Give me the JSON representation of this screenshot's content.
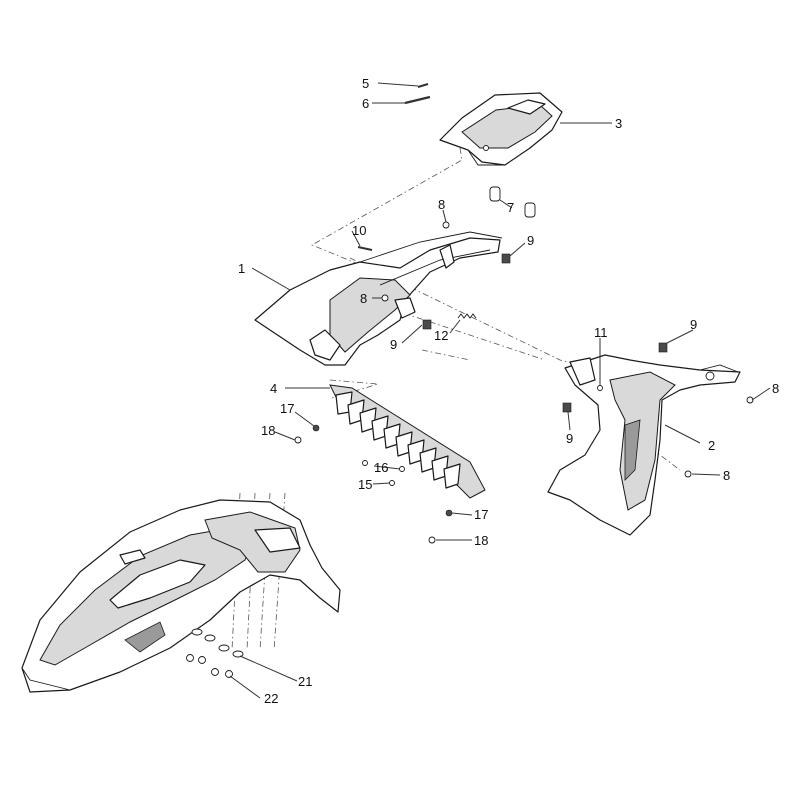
{
  "callouts": [
    {
      "id": "c1",
      "label": "1"
    },
    {
      "id": "c2",
      "label": "2"
    },
    {
      "id": "c3",
      "label": "3"
    },
    {
      "id": "c4",
      "label": "4"
    },
    {
      "id": "c5",
      "label": "5"
    },
    {
      "id": "c6",
      "label": "6"
    },
    {
      "id": "c7",
      "label": "7"
    },
    {
      "id": "c8a",
      "label": "8"
    },
    {
      "id": "c8b",
      "label": "8"
    },
    {
      "id": "c8c",
      "label": "8"
    },
    {
      "id": "c8d",
      "label": "8"
    },
    {
      "id": "c9a",
      "label": "9"
    },
    {
      "id": "c9b",
      "label": "9"
    },
    {
      "id": "c9c",
      "label": "9"
    },
    {
      "id": "c9d",
      "label": "9"
    },
    {
      "id": "c10",
      "label": "10"
    },
    {
      "id": "c11",
      "label": "11"
    },
    {
      "id": "c12",
      "label": "12"
    },
    {
      "id": "c15",
      "label": "15"
    },
    {
      "id": "c16",
      "label": "16"
    },
    {
      "id": "c17a",
      "label": "17"
    },
    {
      "id": "c17b",
      "label": "17"
    },
    {
      "id": "c18a",
      "label": "18"
    },
    {
      "id": "c18b",
      "label": "18"
    },
    {
      "id": "c21",
      "label": "21"
    },
    {
      "id": "c22",
      "label": "22"
    }
  ]
}
